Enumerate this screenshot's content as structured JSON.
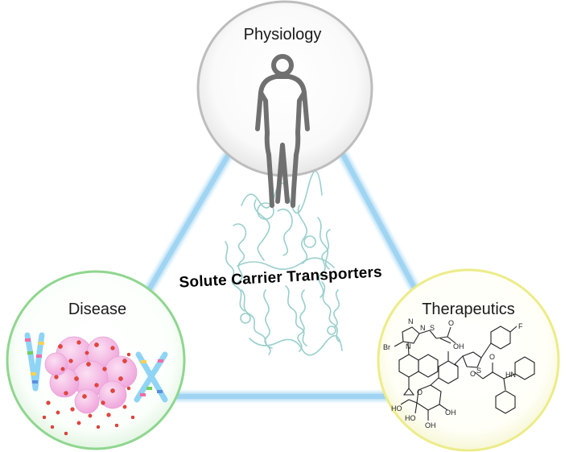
{
  "center": {
    "label": "Solute Carrier Transporters"
  },
  "nodes": {
    "top": {
      "label": "Physiology",
      "icon": "human-body-icon",
      "ring_color": "#bdbdbd"
    },
    "left": {
      "label": "Disease",
      "icon": "cancer-cells-icon",
      "ring_color": "#8fd68f"
    },
    "right": {
      "label": "Therapeutics",
      "icon": "chemical-structures-icon",
      "ring_color": "#ecec8a"
    }
  },
  "edge_color": "#9fd4f2",
  "protein_color": "#8fcac7",
  "chem_atoms": {
    "n1": "N",
    "n2": "N",
    "n3": "N",
    "br": "Br",
    "s1": "S",
    "oh1": "OH",
    "o1": "O",
    "f": "F",
    "s2": "S",
    "o2": "O",
    "ho1": "HO",
    "oh2": "OH",
    "ho2": "HO",
    "oh3": "OH",
    "o3": "O",
    "o4": "O",
    "hn": "HN"
  }
}
